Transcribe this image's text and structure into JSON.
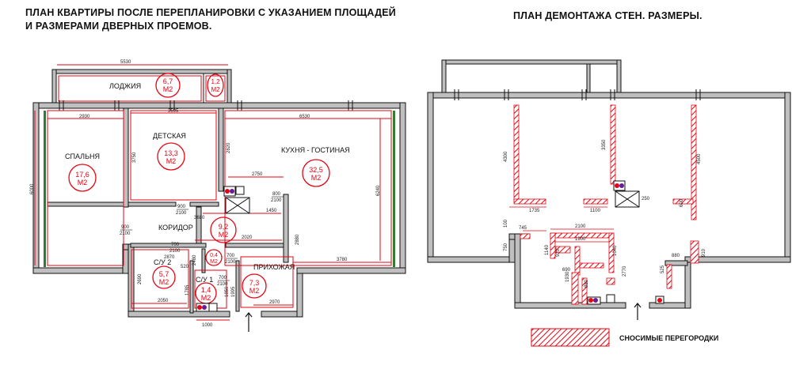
{
  "titles": {
    "left_line1": "ПЛАН  КВАРТИРЫ ПОСЛЕ ПЕРЕПЛАНИРОВКИ С УКАЗАНИЕМ ПЛОЩАДЕЙ",
    "left_line2": "И РАЗМЕРАМИ ДВЕРНЫХ ПРОЕМОВ.",
    "right": "ПЛАН  ДЕМОНТАЖА СТЕН. РАЗМЕРЫ."
  },
  "rooms": {
    "loggia": {
      "name": "ЛОДЖИЯ",
      "area1": "6,7",
      "unit": "М2",
      "area2": "1,2"
    },
    "bedroom": {
      "name": "СПАЛЬНЯ",
      "area": "17,6"
    },
    "kids": {
      "name": "ДЕТСКАЯ",
      "area": "13,3"
    },
    "kitchen": {
      "name": "КУХНЯ - ГОСТИНАЯ",
      "area": "32,5"
    },
    "corridor": {
      "name": "КОРИДОР",
      "area": "9,2"
    },
    "bath2": {
      "name": "С/У 2",
      "area": "5,7"
    },
    "bath1": {
      "name": "С/У 1",
      "area": "1,4"
    },
    "small": {
      "area": "0,4"
    },
    "hall": {
      "name": "ПРИХОЖАЯ",
      "area": "7,3"
    }
  },
  "left_dims": {
    "d5530": "5530",
    "d2930": "2930",
    "d3595": "3595",
    "d6530": "6530",
    "d6000": "6000",
    "d3750": "3750",
    "d2820": "2820",
    "d2750": "2750",
    "d6240": "6240",
    "d3680": "3680",
    "d1450": "1450",
    "d2020": "2020",
    "d2880": "2880",
    "d3780": "3780",
    "d2870": "2870",
    "d2690": "2690",
    "d520": "520",
    "d2480": "2480",
    "d1785": "1785",
    "d1995": "1995",
    "d1000": "1000",
    "d2050": "2050",
    "d2970": "2970",
    "d1850": "1850"
  },
  "doors": {
    "d1_top": "900",
    "d1_bot": "2100",
    "d2_top": "800",
    "d2_bot": "2100",
    "d3_top": "900",
    "d3_bot": "2100",
    "d4_top": "700",
    "d4_bot": "2100",
    "d5_top": "700",
    "d5_bot": "2100",
    "d6_top": "700",
    "d6_bot": "2100"
  },
  "right_dims": {
    "r4300": "4300",
    "r3350": "3350",
    "r4500": "4500",
    "r1735": "1735",
    "r1100": "1100",
    "r600": "600",
    "r250": "250",
    "r745": "745",
    "r100": "100",
    "r750": "750",
    "r2100": "2100",
    "r1900": "1900",
    "r1140": "1140",
    "r1040": "1040",
    "r1930": "1930",
    "r2770": "2770",
    "r920": "920",
    "r880": "880",
    "r690": "690",
    "r880b": "880",
    "r910": "910",
    "r525": "525"
  },
  "legend": {
    "label": "СНОСИМЫЕ ПЕРЕГОРОДКИ"
  },
  "colors": {
    "wall": "#bfbfbf",
    "wall_stroke": "#111111",
    "red": "#e30613",
    "window_green": "#2e7d32",
    "hatch_red": "#e30613"
  }
}
